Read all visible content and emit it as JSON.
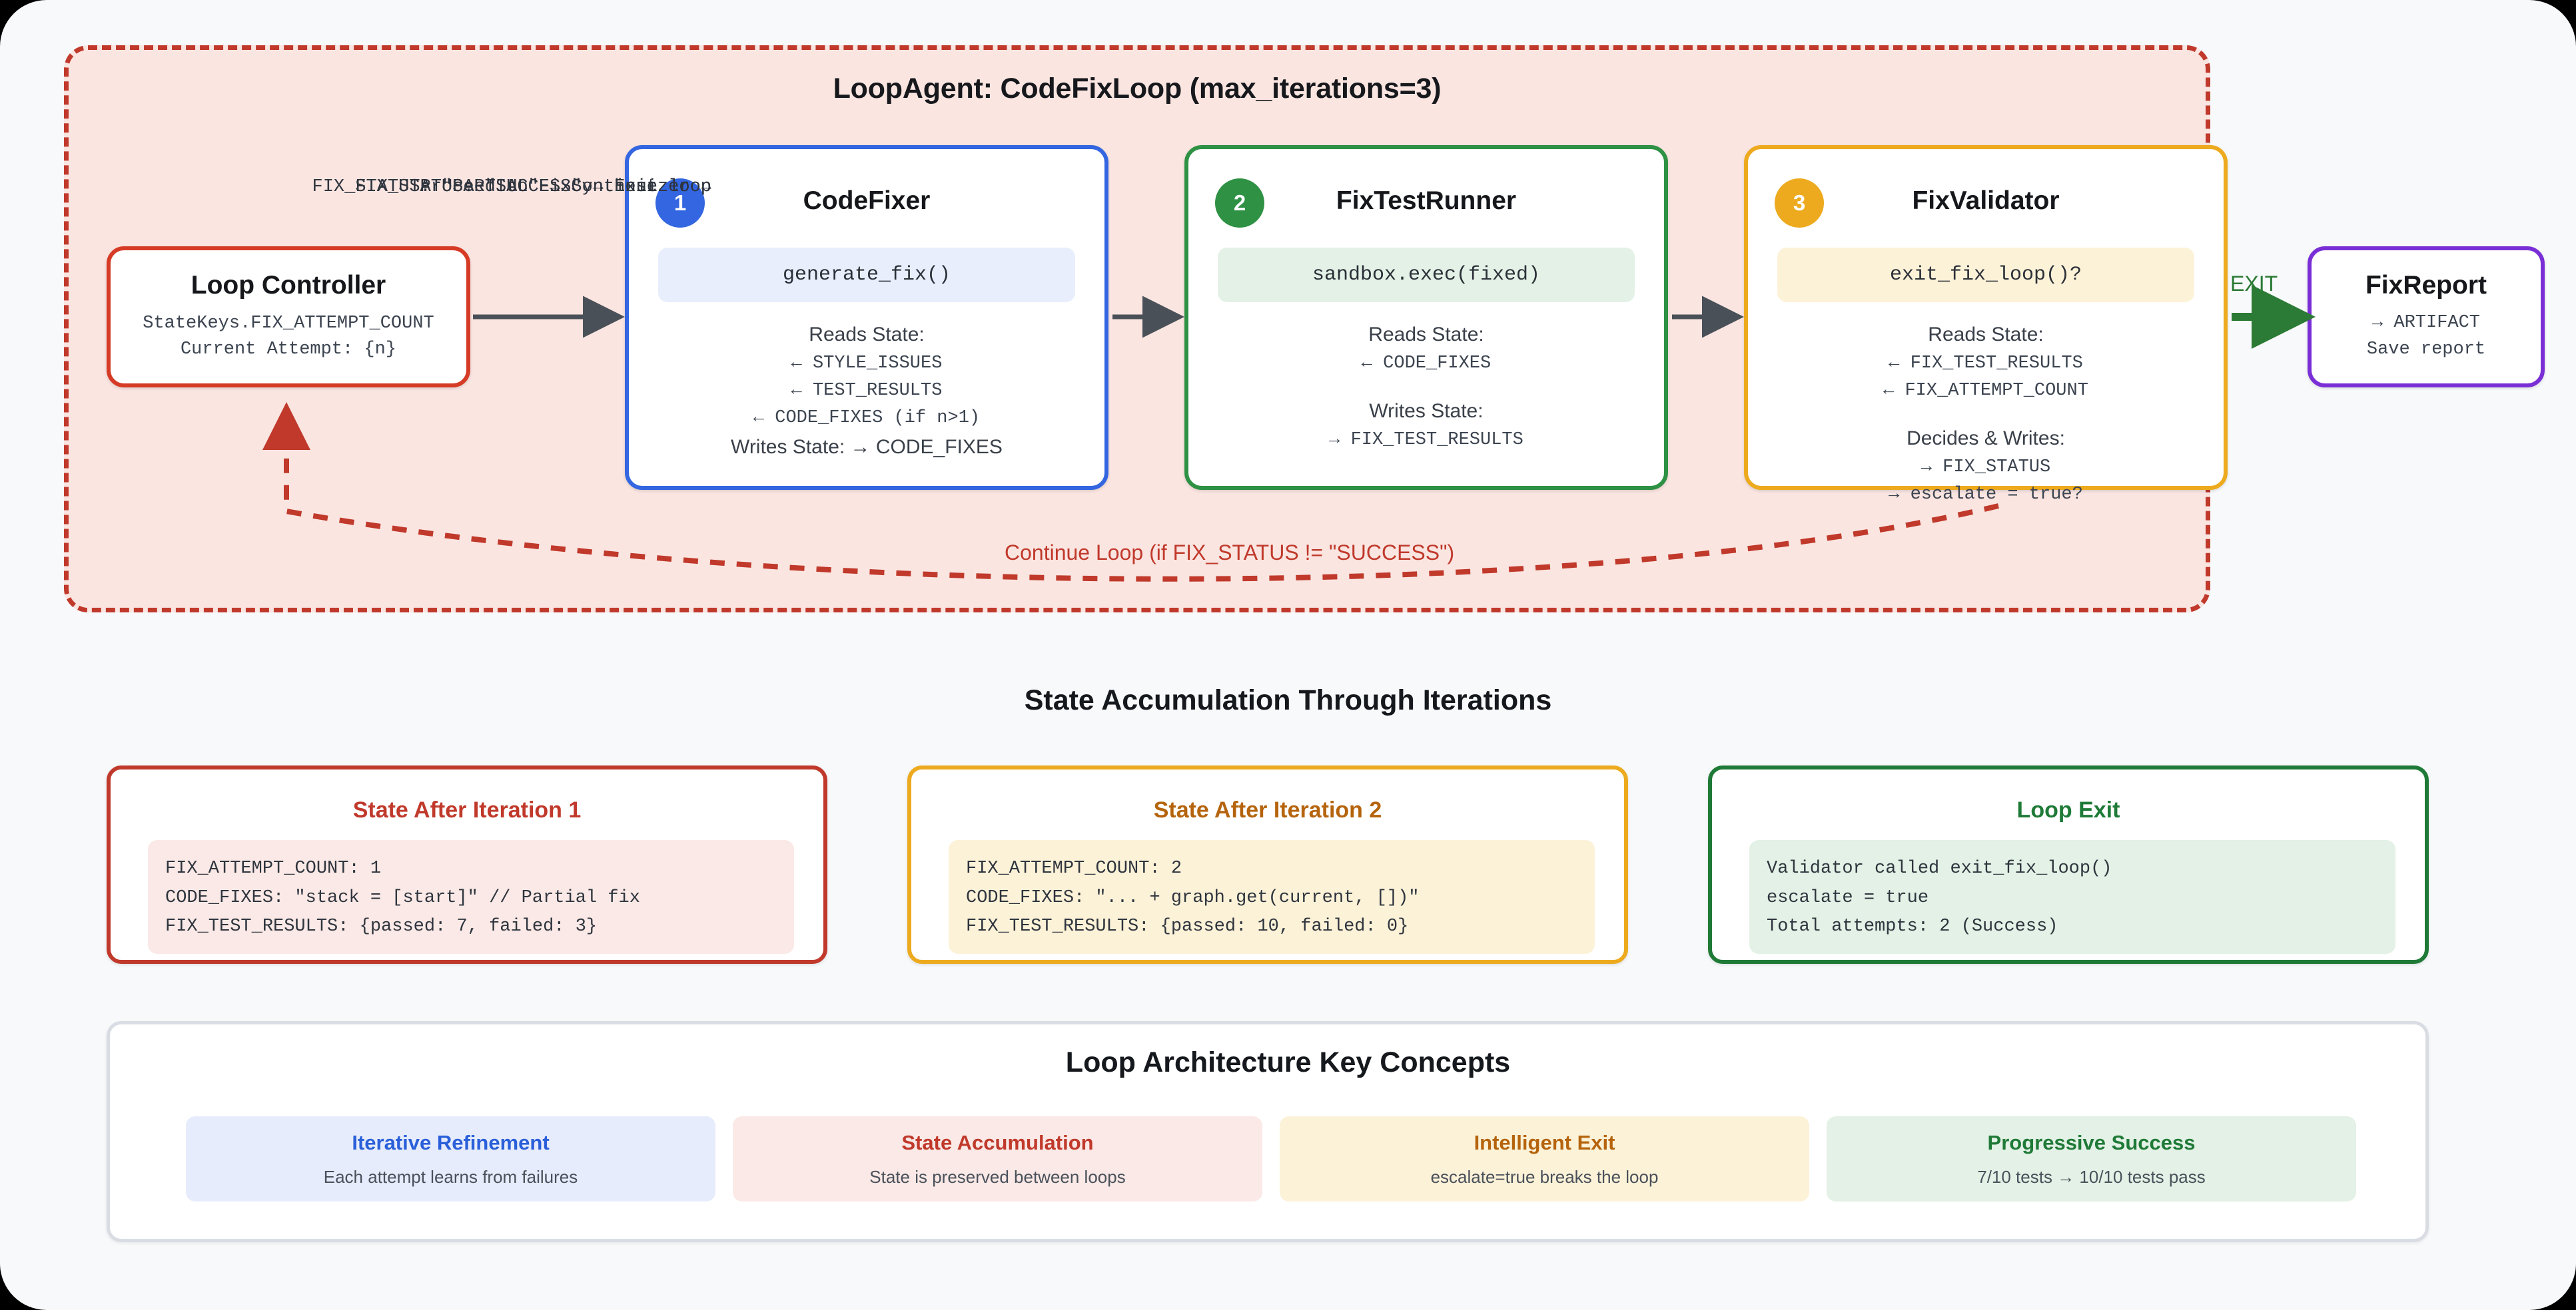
{
  "loop": {
    "title": "LoopAgent: CodeFixLoop (max_iterations=3)",
    "controller": {
      "title": "Loop Controller",
      "line1": "StateKeys.FIX_ATTEMPT_COUNT",
      "line2": "Current Attempt: {n}"
    },
    "steps": [
      {
        "badge": "1",
        "title": "CodeFixer",
        "code": "generate_fix()",
        "reads_head": "Reads State:",
        "reads": [
          "← STYLE_ISSUES",
          "← TEST_RESULTS",
          "← CODE_FIXES (if n>1)"
        ],
        "writes_head": "",
        "writes": [
          "Writes State: → CODE_FIXES"
        ]
      },
      {
        "badge": "2",
        "title": "FixTestRunner",
        "code": "sandbox.exec(fixed)",
        "reads_head": "Reads State:",
        "reads": [
          "← CODE_FIXES"
        ],
        "writes_head": "Writes State:",
        "writes": [
          "→ FIX_TEST_RESULTS"
        ]
      },
      {
        "badge": "3",
        "title": "FixValidator",
        "code": "exit_fix_loop()?",
        "reads_head": "Reads State:",
        "reads": [
          "← FIX_TEST_RESULTS",
          "← FIX_ATTEMPT_COUNT"
        ],
        "writes_head": "Decides & Writes:",
        "writes": [
          "→ FIX_STATUS",
          "→ escalate = true?"
        ]
      }
    ],
    "exit_label": "EXIT",
    "continue_label": "Continue Loop (if FIX_STATUS != \"SUCCESS\")",
    "report": {
      "title": "FixReport",
      "line1": "→ ARTIFACT",
      "line2": "Save report"
    }
  },
  "state_section": {
    "heading": "State Accumulation Through Iterations",
    "cards": [
      {
        "title": "State After Iteration 1",
        "lines": [
          "FIX_ATTEMPT_COUNT: 1",
          "CODE_FIXES: \"stack = [start]\" // Partial fix",
          "FIX_TEST_RESULTS: {passed: 7, failed: 3}"
        ],
        "footer": "FIX_STATUS: \"PARTIAL\" → Continue loop"
      },
      {
        "title": "State After Iteration 2",
        "lines": [
          "FIX_ATTEMPT_COUNT: 2",
          "CODE_FIXES: \"... + graph.get(current, [])\"",
          "FIX_TEST_RESULTS: {passed: 10, failed: 0}"
        ],
        "footer": "FIX_STATUS: \"SUCCESS\" → Exit loop"
      },
      {
        "title": "Loop Exit",
        "lines": [
          "Validator called exit_fix_loop()",
          "escalate = true",
          "Total attempts: 2 (Success)"
        ],
        "footer": "Proceed to FixSynthesizer →"
      }
    ]
  },
  "concepts_section": {
    "heading": "Loop Architecture Key Concepts",
    "items": [
      {
        "title": "Iterative Refinement",
        "sub": "Each attempt learns from failures"
      },
      {
        "title": "State Accumulation",
        "sub": "State is preserved between loops"
      },
      {
        "title": "Intelligent Exit",
        "sub": "escalate=true breaks the loop"
      },
      {
        "title": "Progressive Success",
        "sub": "7/10 tests → 10/10 tests pass"
      }
    ]
  },
  "colors": {
    "loop_border": "#c0392b",
    "loop_fill": "#fae5e1",
    "step1": "#3366e0",
    "step2": "#2e9144",
    "step3": "#edaa1e",
    "report": "#7a2fd6",
    "exit_green": "#2b7a35",
    "arrow_gray": "#4a5058",
    "canvas_bg": "#f7f9fb"
  }
}
